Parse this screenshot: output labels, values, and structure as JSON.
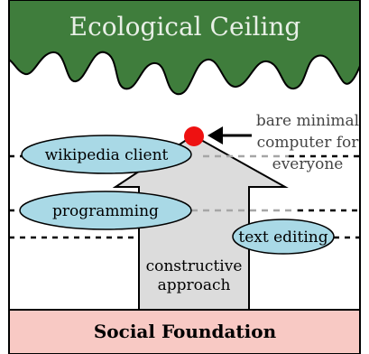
{
  "ceiling": {
    "label": "Ecological Ceiling",
    "fill": "#3f7d3c",
    "text_color": "#e8efe6"
  },
  "foundation": {
    "label": "Social Foundation",
    "fill": "#f8c9c4"
  },
  "target": {
    "label_lines": [
      "bare minimal",
      "computer for",
      "everyone"
    ],
    "dot_color": "#ee1111"
  },
  "arrow": {
    "label_lines": [
      "constructive",
      "approach"
    ],
    "fill": "#dcdcdc"
  },
  "milestones": [
    {
      "label": "wikipedia client",
      "fill": "#a9d9e6"
    },
    {
      "label": "programming",
      "fill": "#a9d9e6"
    },
    {
      "label": "text editing",
      "fill": "#a9d9e6"
    }
  ]
}
